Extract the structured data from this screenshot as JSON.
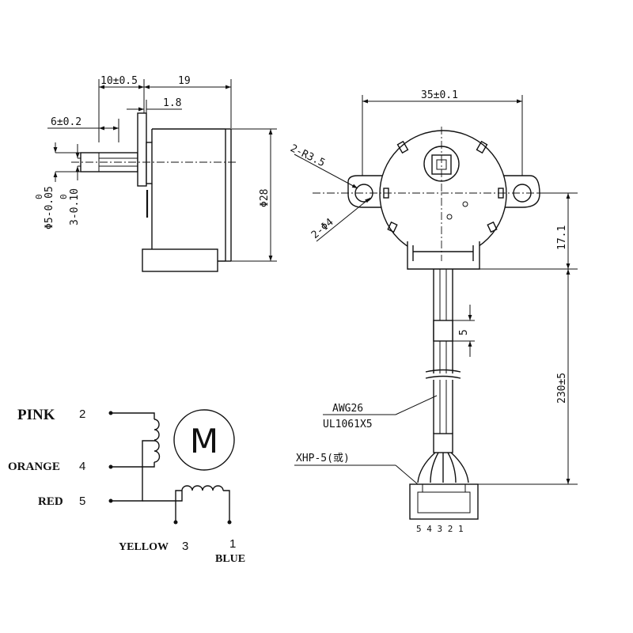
{
  "side_view": {
    "dim_flange": "10±0.5",
    "dim_body": "19",
    "dim_boss": "1.8",
    "dim_shaft": "6±0.2",
    "dim_shaft_dia": "Φ5-0.05",
    "dim_shaft_dia_sup": "0",
    "dim_flat": "3-0.10",
    "dim_flat_sup": "0",
    "dim_body_dia": "Φ28"
  },
  "front_view": {
    "dim_width": "35±0.1",
    "dim_radius": "2-R3.5",
    "dim_hole": "2-Φ4",
    "dim_height": "17.1",
    "dim_cable": "230±5",
    "dim_sleeve": "5",
    "wire_spec_1": "AWG26",
    "wire_spec_2": "UL1061X5",
    "connector_label": "XHP-5(或)",
    "pin_numbers": "5 4 3 2 1"
  },
  "wiring": {
    "motor_symbol": "M",
    "wires": [
      {
        "color": "PINK",
        "number": "2"
      },
      {
        "color": "ORANGE",
        "number": "4"
      },
      {
        "color": "RED",
        "number": "5"
      },
      {
        "color": "YELLOW",
        "number": "3"
      },
      {
        "color": "BLUE",
        "number": "1"
      }
    ]
  }
}
